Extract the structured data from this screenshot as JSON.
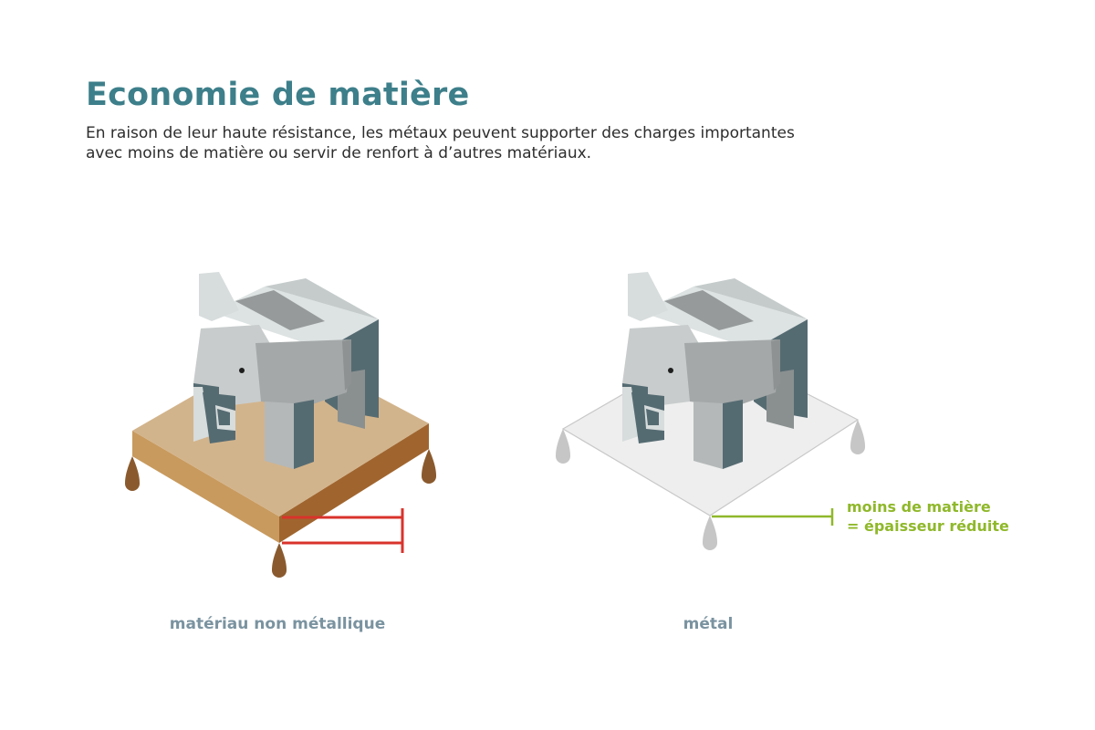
{
  "header": {
    "title": "Economie de matière",
    "description_line1": "En raison de leur haute résistance, les métaux peuvent supporter des charges importantes",
    "description_line2": "avec moins de matière ou servir de renfort à d’autres matériaux."
  },
  "panels": {
    "left": {
      "caption": "matériau non métallique"
    },
    "right": {
      "caption": "métal",
      "annotation_line1": "moins de matière",
      "annotation_line2": "= épaisseur réduite"
    }
  },
  "colors": {
    "title": "#3d7f8a",
    "caption": "#7a93a0",
    "annotation": "#8fb82a",
    "thickness_marker_left": "#d9332b",
    "wood_top": "#d2b48c",
    "wood_side": "#b97d40",
    "metal_sheet": "#eeeeee",
    "drop_brown": "#8a5a2e",
    "drop_grey": "#c6c6c6"
  }
}
